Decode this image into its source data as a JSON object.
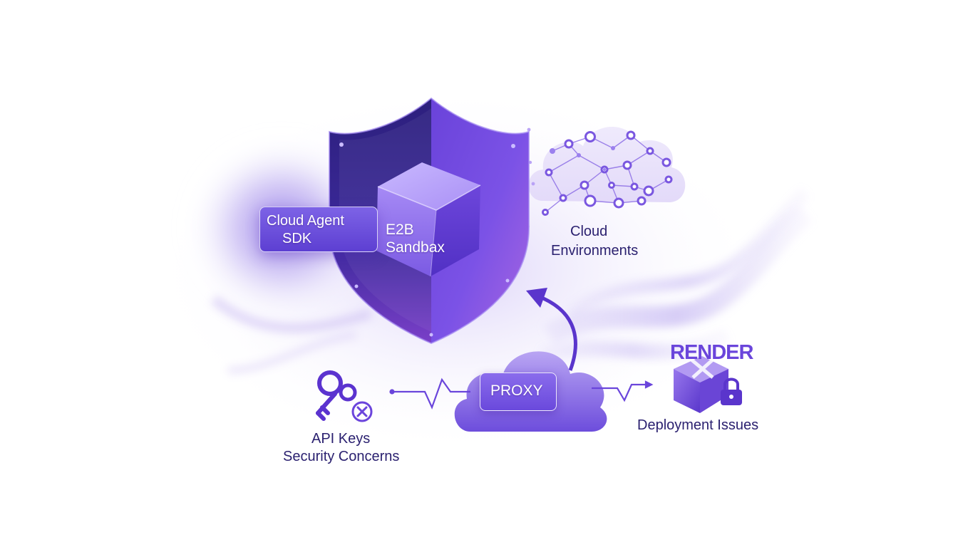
{
  "labels": {
    "cloud_agent_sdk": [
      "Cloud Agent",
      "SDK"
    ],
    "e2b_sandbox": [
      "E2B",
      "Sandbax"
    ],
    "cloud_environments": [
      "Cloud",
      "Environments"
    ],
    "proxy": "PROXY",
    "api_keys": [
      "API Keys",
      "Security Concerns"
    ],
    "render_logo": "RENDER",
    "deployment_issues": "Deployment Issues"
  },
  "colors": {
    "primary": "#6a45db",
    "deep": "#3b2596",
    "light": "#b9a8f2",
    "text": "#2b2170",
    "error": "#8b5cf6"
  },
  "icons": [
    "shield-icon",
    "cube-icon",
    "network-cloud-icon",
    "proxy-cloud-icon",
    "key-icon",
    "x-circle-icon",
    "lock-icon",
    "render-box-icon",
    "pulse-line-icon",
    "curved-arrow-icon"
  ]
}
